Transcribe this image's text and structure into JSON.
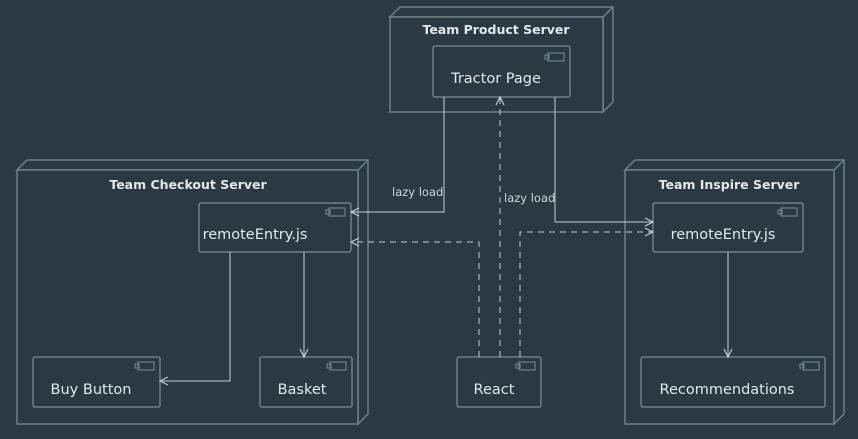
{
  "servers": {
    "product": {
      "title": "Team Product Server"
    },
    "checkout": {
      "title": "Team Checkout Server"
    },
    "inspire": {
      "title": "Team Inspire Server"
    }
  },
  "components": {
    "tractor_page": {
      "label": "Tractor Page"
    },
    "checkout_remote_entry": {
      "label": "remoteEntry.js"
    },
    "inspire_remote_entry": {
      "label": "remoteEntry.js"
    },
    "buy_button": {
      "label": "Buy Button"
    },
    "basket": {
      "label": "Basket"
    },
    "react": {
      "label": "React"
    },
    "recommendations": {
      "label": "Recommendations"
    }
  },
  "edges": {
    "lazy_load_checkout": {
      "label": "lazy load"
    },
    "lazy_load_react": {
      "label": "lazy load"
    }
  },
  "colors": {
    "background": "#2b3a42",
    "border": "#6f8088",
    "text": "#e2e8ec",
    "edge": "#c3ccd1"
  }
}
